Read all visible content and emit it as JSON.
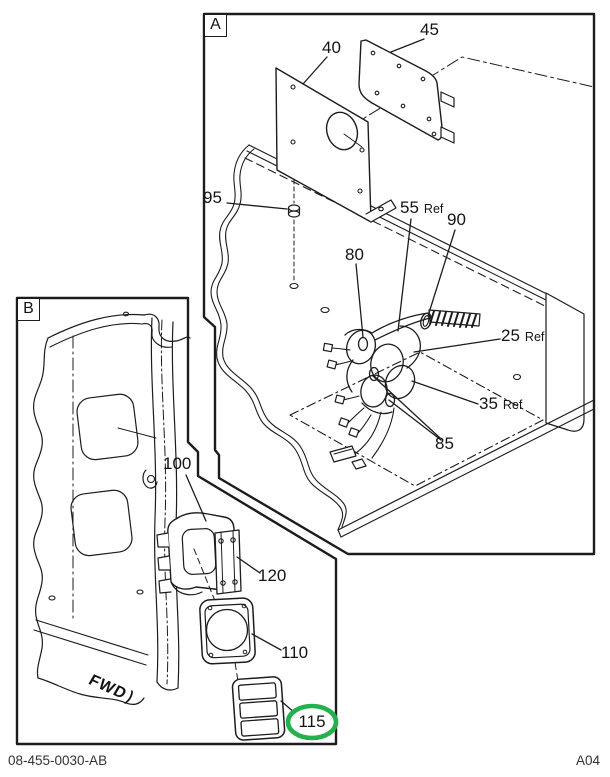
{
  "colors": {
    "line": "#1c1c1c",
    "highlight_green": "#23b14d",
    "background": "#ffffff",
    "footer_text": "#333333"
  },
  "panels": {
    "a": {
      "tag": "A",
      "callouts": {
        "c40": {
          "num": "40"
        },
        "c45": {
          "num": "45"
        },
        "c95": {
          "num": "95"
        },
        "c80": {
          "num": "80"
        },
        "c55": {
          "num": "55",
          "suffix": "Ref"
        },
        "c90": {
          "num": "90"
        },
        "c25": {
          "num": "25",
          "suffix": "Ref"
        },
        "c35": {
          "num": "35",
          "suffix": "Ref"
        },
        "c85": {
          "num": "85"
        }
      }
    },
    "b": {
      "tag": "B",
      "fwd": {
        "label": "FWD",
        "arrow": ")"
      },
      "callouts": {
        "c100": {
          "num": "100"
        },
        "c120": {
          "num": "120"
        },
        "c110": {
          "num": "110"
        },
        "c115": {
          "num": "115",
          "highlighted": true
        }
      }
    }
  },
  "footer": {
    "doc_number": "08-455-0030-AB",
    "page_code": "A04"
  }
}
